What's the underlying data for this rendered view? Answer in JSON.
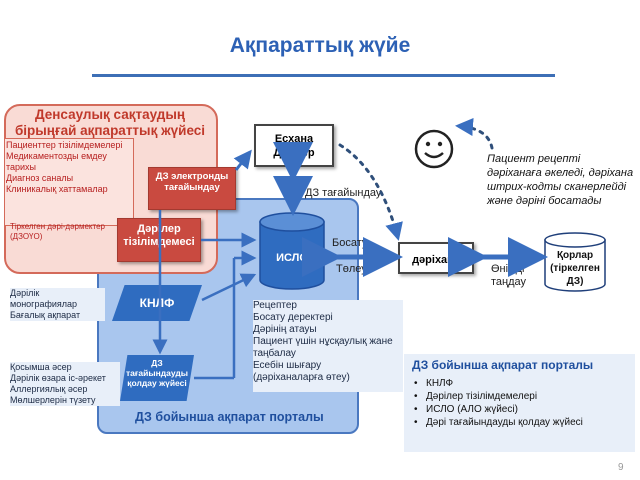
{
  "title": "Ақпараттық жүйе",
  "unified_system": {
    "title": "Денсаулық сақтаудың бірыңғай ақпараттық жүйесі",
    "items": [
      "Пациенттер тізілімдемелері",
      "Медикаментозды емдеу тарихы",
      "Диагноз саналы",
      "Клиникалық хаттамалар"
    ],
    "registry_label": "Тіркелген дәрі-дәрмектер (ДЗОҮО)"
  },
  "eprescribing_label": "ДЗ электронды тағайындау",
  "drug_registry_label": "Дәрілер тізілімдемесі",
  "knlf_label": "КНЛФ",
  "monograph_text": [
    "Дәрілік монографиялар",
    "Бағалық ақпарат"
  ],
  "side_effects_text": [
    "Қосымша әсер",
    "Дәрілік өзара іс-әрекет",
    "Аллергиялық әсер",
    "Мөлшерлерін түзету"
  ],
  "dz_support_label": "ДЗ тағайындауды қолдау жүйесі",
  "portal_caption": "ДЗ бойынша ақпарат порталы",
  "hospital_label": "Есхана Дәрігер",
  "dz_assign_label": "ДЗ тағайындау",
  "islo_label": "ИСЛО",
  "recipe_text": [
    "Рецептер",
    "Босату деректері",
    "Дәрінің атауы",
    "Пациент үшін нұсқаулық жане таңбалау",
    "Есебін шығару",
    "(дәріханаларға өтеу)"
  ],
  "dispense_label": "Босату",
  "pay_label": "Төлеу",
  "pharmacy_label": "дәріхана",
  "stock_label": "Қорлар (тіркелген ДЗ)",
  "product_choice_label": "Өнімді таңдау",
  "patient_note": "Пациент рецепті дәріханаға әкеледі, дәріхана штрих-кодты сканерлейді және дәріні босатады",
  "portal_box": {
    "title": "ДЗ бойынша ақпарат порталы",
    "items": [
      "КНЛФ",
      "Дәрілер тізілімдемелері",
      "ИСЛО (АЛО жүйесі)",
      "Дәрі тағайындауды қолдау жүйесі"
    ]
  },
  "page_number": "9",
  "colors": {
    "title": "#2d61b5",
    "portal_bg": "#a9c6ee",
    "eis_bg": "#f9dbd5",
    "red_box": "#c94a40",
    "blue_shape": "#2f6cc0",
    "arrow": "#3a6fc0"
  }
}
